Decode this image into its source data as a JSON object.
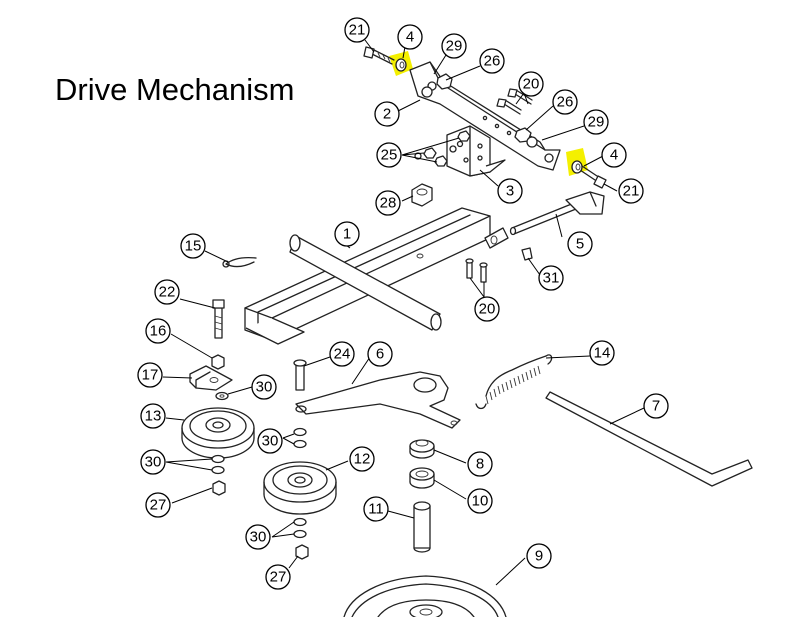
{
  "title": "Drive Mechanism",
  "colors": {
    "highlight": "#f4f000",
    "line": "#222222"
  },
  "callouts": [
    {
      "id": "c21a",
      "label": "21"
    },
    {
      "id": "c4a",
      "label": "4"
    },
    {
      "id": "c29a",
      "label": "29"
    },
    {
      "id": "c26a",
      "label": "26"
    },
    {
      "id": "c20a",
      "label": "20"
    },
    {
      "id": "c26b",
      "label": "26"
    },
    {
      "id": "c29b",
      "label": "29"
    },
    {
      "id": "c2",
      "label": "2"
    },
    {
      "id": "c25",
      "label": "25"
    },
    {
      "id": "c4b",
      "label": "4"
    },
    {
      "id": "c21b",
      "label": "21"
    },
    {
      "id": "c3",
      "label": "3"
    },
    {
      "id": "c28",
      "label": "28"
    },
    {
      "id": "c1",
      "label": "1"
    },
    {
      "id": "c5",
      "label": "5"
    },
    {
      "id": "c15",
      "label": "15"
    },
    {
      "id": "c31",
      "label": "31"
    },
    {
      "id": "c22",
      "label": "22"
    },
    {
      "id": "c20b",
      "label": "20"
    },
    {
      "id": "c16",
      "label": "16"
    },
    {
      "id": "c24",
      "label": "24"
    },
    {
      "id": "c6",
      "label": "6"
    },
    {
      "id": "c14",
      "label": "14"
    },
    {
      "id": "c17",
      "label": "17"
    },
    {
      "id": "c30a",
      "label": "30"
    },
    {
      "id": "c7",
      "label": "7"
    },
    {
      "id": "c13",
      "label": "13"
    },
    {
      "id": "c30b",
      "label": "30"
    },
    {
      "id": "c30c",
      "label": "30"
    },
    {
      "id": "c12",
      "label": "12"
    },
    {
      "id": "c8",
      "label": "8"
    },
    {
      "id": "c27a",
      "label": "27"
    },
    {
      "id": "c10",
      "label": "10"
    },
    {
      "id": "c11",
      "label": "11"
    },
    {
      "id": "c30d",
      "label": "30"
    },
    {
      "id": "c9",
      "label": "9"
    },
    {
      "id": "c27b",
      "label": "27"
    }
  ]
}
